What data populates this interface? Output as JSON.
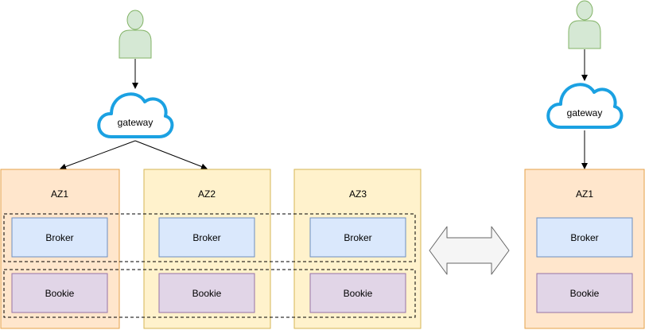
{
  "left": {
    "gateway_label": "gateway",
    "zones": [
      {
        "label": "AZ1",
        "broker": "Broker",
        "bookie": "Bookie"
      },
      {
        "label": "AZ2",
        "broker": "Broker",
        "bookie": "Bookie"
      },
      {
        "label": "AZ3",
        "broker": "Broker",
        "bookie": "Bookie"
      }
    ]
  },
  "right": {
    "gateway_label": "gateway",
    "zone": {
      "label": "AZ1",
      "broker": "Broker",
      "bookie": "Bookie"
    }
  },
  "colors": {
    "az1_fill": "#ffe6cc",
    "az1_stroke": "#e5a24a",
    "az_fill": "#fff2cc",
    "az_stroke": "#d6b656",
    "broker_fill": "#dae8fc",
    "broker_stroke": "#6c8ebf",
    "bookie_fill": "#e1d5e7",
    "bookie_stroke": "#9673a6",
    "user_fill": "#d5e8d4",
    "user_stroke": "#82b366",
    "cloud_stroke": "#1ba1e2"
  },
  "icons": {
    "user": "user-icon",
    "cloud": "cloud-icon",
    "double_arrow": "double-arrow-icon"
  }
}
